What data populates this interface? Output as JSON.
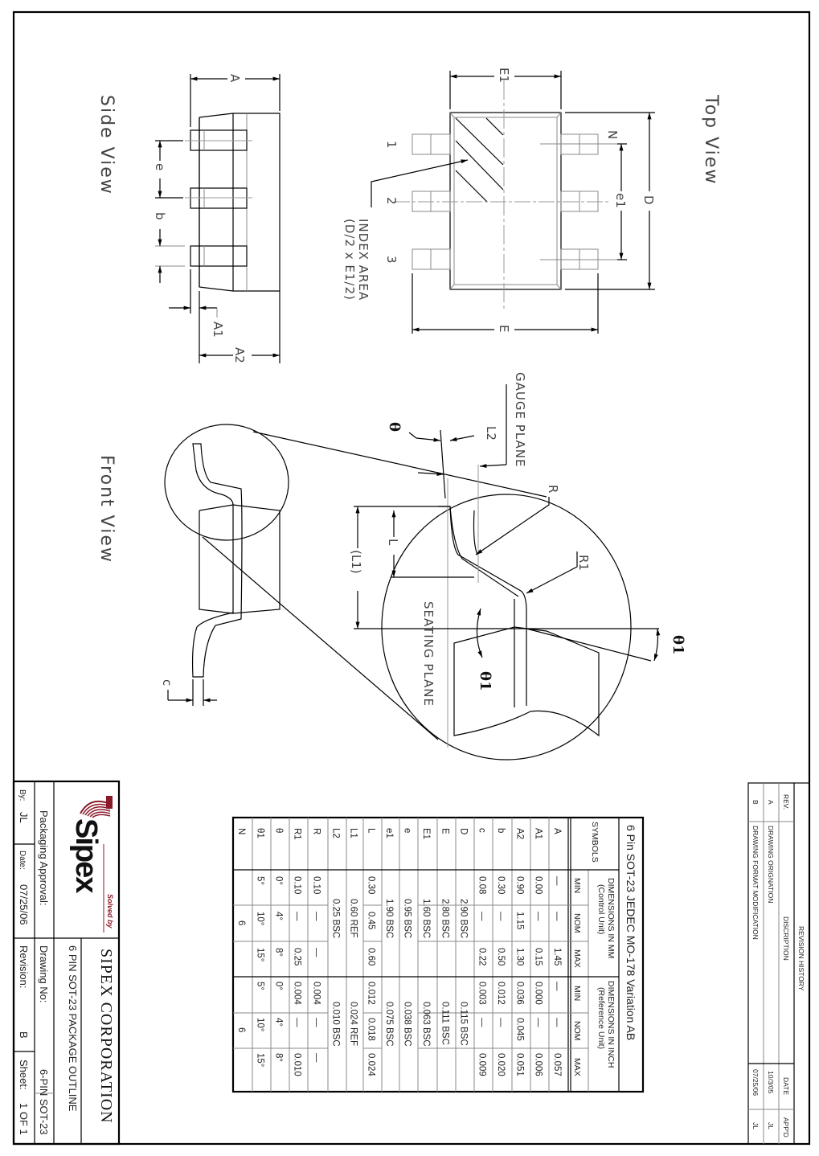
{
  "drawing": {
    "views": {
      "top_view": "Top View",
      "side_view": "Side View",
      "front_view": "Front View"
    },
    "top_view_labels": {
      "E1": "E1",
      "E": "E",
      "D": "D",
      "e1": "e1",
      "N": "N",
      "pin1": "1",
      "pin2": "2",
      "pin3": "3",
      "index_area": "INDEX AREA",
      "index_area_formula": "(D/2 x E1/2)"
    },
    "side_view_labels": {
      "A": "A",
      "A1": "A1",
      "A2": "A2",
      "e": "e",
      "b": "b"
    },
    "front_view_labels": {
      "gauge_plane": "GAUGE PLANE",
      "seating_plane": "SEATING PLANE",
      "L2": "L2",
      "L": "L",
      "L1": "(L1)",
      "R": "R",
      "R1": "R1",
      "theta": "θ",
      "theta1_a": "θ1",
      "theta1_b": "θ1",
      "c": "c"
    }
  },
  "dimension_table": {
    "title": "6 Pin SOT-23 JEDEC MO-178 Variation AB",
    "symbols_header": "SYMBOLS",
    "mm_header": "DIMENSIONS IN MM",
    "mm_sub": "(Control Unit)",
    "inch_header": "DIMENSIONS IN INCH",
    "inch_sub": "(Reference Unit)",
    "col_labels": [
      "MIN",
      "NOM",
      "MAX",
      "MIN",
      "NOM",
      "MAX"
    ],
    "rows": [
      {
        "symbol": "A",
        "mm": [
          "—",
          "—",
          "1.45"
        ],
        "inch": [
          "—",
          "—",
          "0.057"
        ]
      },
      {
        "symbol": "A1",
        "mm": [
          "0.00",
          "—",
          "0.15"
        ],
        "inch": [
          "0.000",
          "—",
          "0.006"
        ]
      },
      {
        "symbol": "A2",
        "mm": [
          "0.90",
          "1.15",
          "1.30"
        ],
        "inch": [
          "0.036",
          "0.045",
          "0.051"
        ]
      },
      {
        "symbol": "b",
        "mm": [
          "0.30",
          "—",
          "0.50"
        ],
        "inch": [
          "0.012",
          "—",
          "0.020"
        ]
      },
      {
        "symbol": "c",
        "mm": [
          "0.08",
          "—",
          "0.22"
        ],
        "inch": [
          "0.003",
          "—",
          "0.009"
        ]
      },
      {
        "symbol": "D",
        "mm_span": "2.90 BSC",
        "inch_span": "0.115 BSC"
      },
      {
        "symbol": "E",
        "mm_span": "2.80 BSC",
        "inch_span": "0.111 BSC"
      },
      {
        "symbol": "E1",
        "mm_span": "1.60 BSC",
        "inch_span": "0.063 BSC"
      },
      {
        "symbol": "e",
        "mm_span": "0.95 BSC",
        "inch_span": "0.038 BSC"
      },
      {
        "symbol": "e1",
        "mm_span": "1.90 BSC",
        "inch_span": "0.075 BSC"
      },
      {
        "symbol": "L",
        "mm": [
          "0.30",
          "0.45",
          "0.60"
        ],
        "inch": [
          "0.012",
          "0.018",
          "0.024"
        ]
      },
      {
        "symbol": "L1",
        "mm_span": "0.60 REF",
        "inch_span": "0.024 REF"
      },
      {
        "symbol": "L2",
        "mm_span": "0.25 BSC",
        "inch_span": "0.010 BSC"
      },
      {
        "symbol": "R",
        "mm": [
          "0.10",
          "—",
          "—"
        ],
        "inch": [
          "0.004",
          "—",
          "—"
        ]
      },
      {
        "symbol": "R1",
        "mm": [
          "0.10",
          "—",
          "0.25"
        ],
        "inch": [
          "0.004",
          "—",
          "0.010"
        ]
      },
      {
        "symbol": "θ",
        "mm": [
          "0°",
          "4°",
          "8°"
        ],
        "inch": [
          "0°",
          "4°",
          "8°"
        ]
      },
      {
        "symbol": "θ1",
        "mm": [
          "5°",
          "10°",
          "15°"
        ],
        "inch": [
          "5°",
          "10°",
          "15°"
        ]
      },
      {
        "symbol": "N",
        "mm_span": "6",
        "inch_span": "6"
      }
    ]
  },
  "revision_history": {
    "title": "REVISION HISTORY",
    "headers": [
      "REV.",
      "DISCRIPTION",
      "DATE",
      "APP'D"
    ],
    "rows": [
      {
        "rev": "A",
        "description": "DRAWING ORIGNATION",
        "date": "10/3/05",
        "approved": "JL"
      },
      {
        "rev": "B",
        "description": "DRAWING FORMAT MODIFICATION",
        "date": "07/25/06",
        "approved": "JL"
      }
    ]
  },
  "title_block": {
    "company": "SIPEX CORPORATION",
    "logo_text": "Sipex",
    "logo_tagline": "Solved by",
    "logo_color": "#8a1a2a",
    "drawing_title": "6 PIN SOT-23 PACKAGE OUTLINE",
    "packaging_approval_label": "Packaging Approval:",
    "drawing_no_label": "Drawing No:",
    "drawing_no": "6-PIN SOT-23",
    "by_label": "By:",
    "by": "JL",
    "date_label": "Date:",
    "date": "07/25/06",
    "revision_label": "Revision:",
    "revision": "B",
    "sheet_label": "Sheet:",
    "sheet": "1 OF 1"
  }
}
